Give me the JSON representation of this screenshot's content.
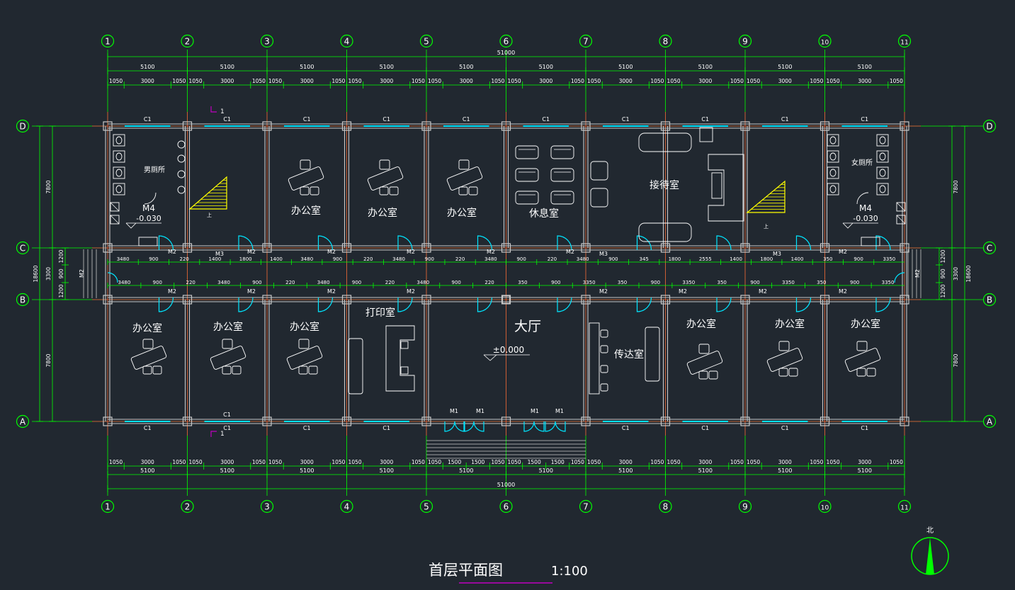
{
  "drawing": {
    "title": "首层平面图",
    "scale": "1:100",
    "north_label": "北"
  },
  "colors": {
    "background": "#212830",
    "dimension": "#00ff00",
    "wall": "#c8c8c8",
    "axis": "#ff4040",
    "window": "#00e5ff",
    "door": "#00e5ff",
    "furniture": "#ffffff",
    "stair": "#ffff00",
    "text": "#ffffff",
    "title_underline": "#c000c0"
  },
  "axes": {
    "columns": [
      "1",
      "2",
      "3",
      "4",
      "5",
      "6",
      "7",
      "8",
      "9",
      "10",
      "11"
    ],
    "rows": [
      "D",
      "C",
      "B",
      "A"
    ]
  },
  "dimensions": {
    "overall_top": "51000",
    "overall_bottom": "51000",
    "bay_top": [
      "5100",
      "5100",
      "5100",
      "5100",
      "5100",
      "5100",
      "5100",
      "5100",
      "5100",
      "5100"
    ],
    "bay_bottom": [
      "5100",
      "5100",
      "5100",
      "5100",
      "5100",
      "5100",
      "5100",
      "5100",
      "5100",
      "5100"
    ],
    "detail_top": [
      "1050",
      "3000",
      "1050",
      "1050",
      "3000",
      "1050",
      "1050",
      "3000",
      "1050",
      "1050",
      "3000",
      "1050",
      "1050",
      "3000",
      "1050",
      "1050",
      "3000",
      "1050",
      "1050",
      "3000",
      "1050",
      "1050",
      "3000",
      "1050",
      "1050",
      "3000",
      "1050",
      "1050",
      "3000",
      "1050"
    ],
    "detail_bottom": [
      "1050",
      "3000",
      "1050",
      "1050",
      "3000",
      "1050",
      "1050",
      "3000",
      "1050",
      "1050",
      "3000",
      "1050",
      "1050",
      "1500",
      "1500",
      "1050",
      "1050",
      "1500",
      "1500",
      "1050",
      "1050",
      "3000",
      "1050",
      "1050",
      "3000",
      "1050",
      "1050",
      "3000",
      "1050",
      "1050",
      "3000",
      "1050"
    ],
    "left_outer": "18600",
    "left_inner": [
      "7800",
      "3300",
      "7800"
    ],
    "left_corridor": [
      "1200",
      "900",
      "1200"
    ],
    "right_outer": "18600",
    "right_inner": [
      "7800",
      "3300",
      "7800"
    ],
    "right_corridor": [
      "1200",
      "900",
      "1200"
    ],
    "corridor_upper": [
      "3480",
      "900",
      "220",
      "1400",
      "1800",
      "1400",
      "3480",
      "900",
      "220",
      "3480",
      "900",
      "220",
      "3480",
      "900",
      "220",
      "3480",
      "900",
      "345",
      "1800",
      "2555",
      "1400",
      "1800",
      "1400",
      "350",
      "900",
      "3350"
    ],
    "corridor_lower": [
      "3480",
      "900",
      "220",
      "3480",
      "900",
      "220",
      "3480",
      "900",
      "220",
      "3480",
      "900",
      "220",
      "350",
      "900",
      "3350",
      "350",
      "900",
      "3350",
      "350",
      "900",
      "3350",
      "350",
      "900",
      "3350"
    ]
  },
  "rooms": [
    {
      "id": "mens-restroom",
      "label": "男厕所"
    },
    {
      "id": "womens-restroom",
      "label": "女厕所"
    },
    {
      "id": "office-n3",
      "label": "办公室"
    },
    {
      "id": "office-n4",
      "label": "办公室"
    },
    {
      "id": "office-n5",
      "label": "办公室"
    },
    {
      "id": "lounge",
      "label": "休息室"
    },
    {
      "id": "reception",
      "label": "接待室"
    },
    {
      "id": "office-s1",
      "label": "办公室"
    },
    {
      "id": "office-s2",
      "label": "办公室"
    },
    {
      "id": "office-s3",
      "label": "办公室"
    },
    {
      "id": "print-room",
      "label": "打印室"
    },
    {
      "id": "lobby",
      "label": "大厅"
    },
    {
      "id": "guard-room",
      "label": "传达室"
    },
    {
      "id": "office-s8",
      "label": "办公室"
    },
    {
      "id": "office-s9",
      "label": "办公室"
    },
    {
      "id": "office-s10",
      "label": "办公室"
    }
  ],
  "tags": {
    "window": "C1",
    "door_m1": "M1",
    "door_m2": "M2",
    "door_m3": "M3",
    "door_m4": "M4",
    "restroom_level": "-0.030",
    "lobby_level": "±0.000",
    "section_mark": "1",
    "stair_up": "上"
  }
}
